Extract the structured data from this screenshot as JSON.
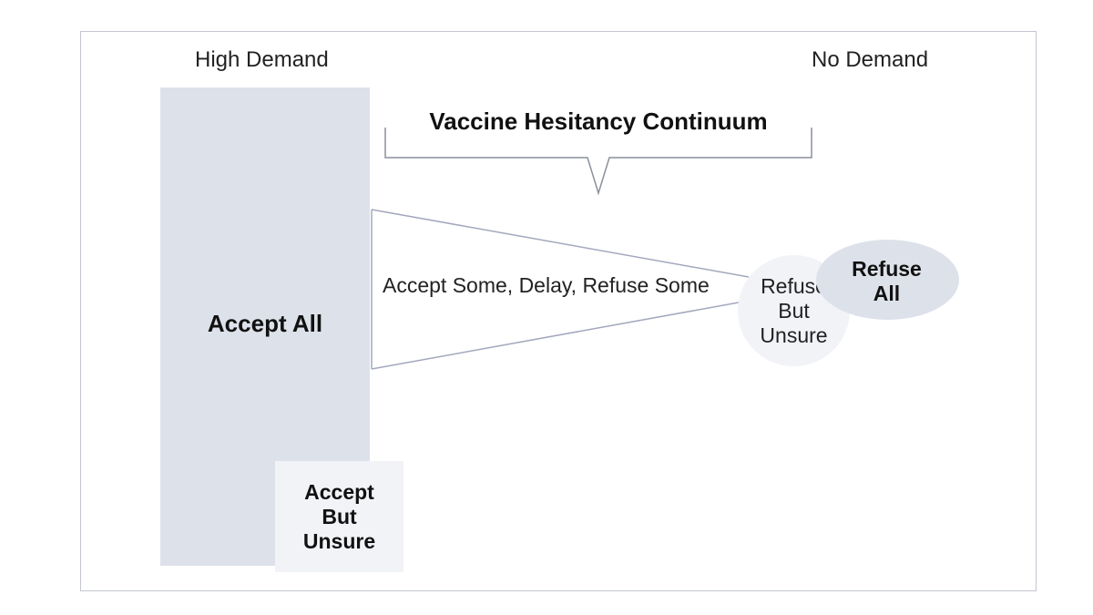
{
  "high_demand": "High Demand",
  "no_demand": "No Demand",
  "title": "Vaccine Hesitancy Continuum",
  "accept_all": "Accept  All",
  "accept_but_unsure": [
    "Accept",
    "But",
    "Unsure"
  ],
  "middle": "Accept Some, Delay, Refuse Some",
  "refuse_but_unsure": [
    "Refuse",
    "But",
    "Unsure"
  ],
  "refuse_all": [
    "Refuse",
    "All"
  ]
}
